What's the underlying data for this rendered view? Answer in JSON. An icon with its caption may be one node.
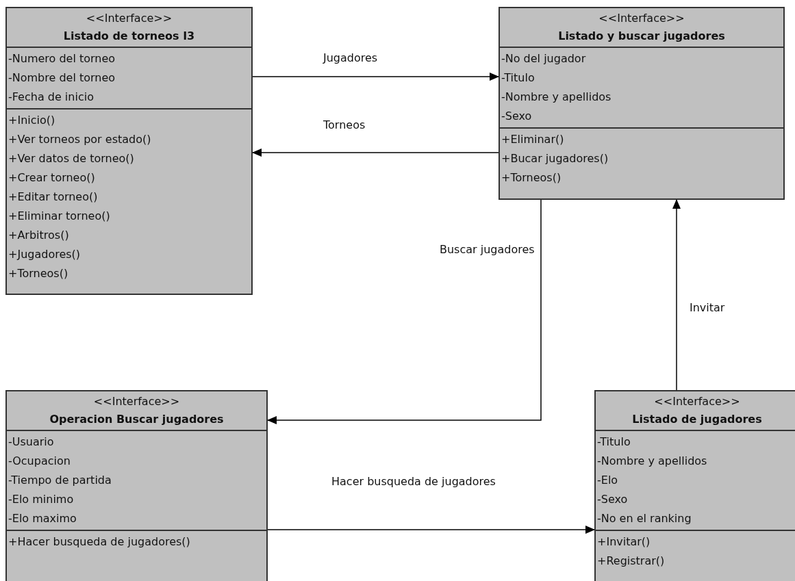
{
  "diagram": {
    "nodes": [
      {
        "text": [
          "<<Interface>>",
          "Listado de torneos I3",
          "-Numero del torneo",
          "-Nombre del torneo",
          "-Fecha de inicio",
          "+Inicio()",
          "+Ver torneos por estado()",
          "+Ver datos de torneo()",
          "+Crear torneo()",
          "+Editar torneo()",
          "+Eliminar torneo()",
          "+Arbitros()",
          "+Jugadores()",
          "+Torneos()"
        ]
      },
      {
        "text": [
          "<<Interface>>",
          "Listado y buscar jugadores",
          "-No del jugador",
          "-Titulo",
          "-Nombre y apellidos",
          "-Sexo",
          "+Eliminar()",
          "+Bucar jugadores()",
          "+Torneos()"
        ]
      },
      {
        "text": [
          "<<Interface>>",
          "Operacion Buscar jugadores",
          "-Usuario",
          "-Ocupacion",
          "-Tiempo de partida",
          "-Elo minimo",
          "-Elo maximo",
          "+Hacer busqueda de jugadores()"
        ]
      },
      {
        "text": [
          "<<Interface>>",
          "Listado de jugadores",
          "-Titulo",
          "-Nombre y apellidos",
          "-Elo",
          "-Sexo",
          "-No en el ranking",
          "+Invitar()",
          "+Registrar()"
        ]
      }
    ],
    "edges": [
      {
        "from": 0,
        "to": 1,
        "arrow": "to",
        "label": "Jugadores"
      },
      {
        "from": 1,
        "to": 0,
        "arrow": "to",
        "label": "Torneos"
      },
      {
        "from": 1,
        "to": 2,
        "arrow": "to",
        "label": "Buscar jugadores"
      },
      {
        "from": 2,
        "to": 3,
        "arrow": "to",
        "label": "Hacer busqueda de jugadores"
      },
      {
        "from": 3,
        "to": 1,
        "arrow": "to",
        "label": "Invitar"
      }
    ]
  }
}
